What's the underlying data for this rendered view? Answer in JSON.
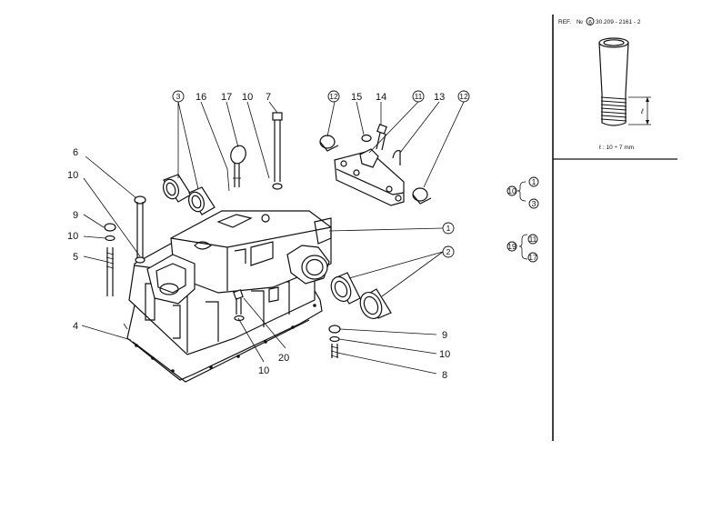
{
  "header": {
    "ref_prefix": "REF.",
    "ref_no": "№",
    "ref_circ": "6",
    "ref_code": "30.209 - 2161 - 2"
  },
  "inset": {
    "thread_note": "ℓ : 10 ÷ 7 mm",
    "thread_letter": "ℓ"
  },
  "legend": {
    "group_a": {
      "key": "10",
      "items": [
        "1",
        "3"
      ]
    },
    "group_b": {
      "key": "19",
      "items": [
        "11",
        "17"
      ]
    }
  },
  "callouts": {
    "c3": "3",
    "c16": "16",
    "c17": "17",
    "c10_top": "10",
    "c7": "7",
    "c12_top": "12",
    "c15": "15",
    "c14": "14",
    "c11": "11",
    "c13": "13",
    "c12_right": "12",
    "c6": "6",
    "c10_left": "10",
    "c9_left": "9",
    "c10_left2": "10",
    "c5": "5",
    "c4": "4",
    "c1": "1",
    "c2": "2",
    "c9_right": "9",
    "c10_right": "10",
    "c8": "8",
    "c10_bottom": "10",
    "c20": "20"
  }
}
